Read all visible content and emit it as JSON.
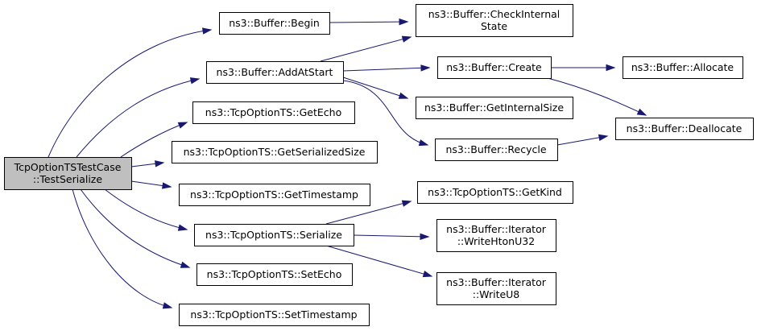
{
  "graph": {
    "root": {
      "id": "root",
      "lines": [
        "TcpOptionTSTestCase",
        "::TestSerialize"
      ]
    },
    "nodes": [
      {
        "id": "begin",
        "lines": [
          "ns3::Buffer::Begin"
        ]
      },
      {
        "id": "addAtStart",
        "lines": [
          "ns3::Buffer::AddAtStart"
        ]
      },
      {
        "id": "getEcho",
        "lines": [
          "ns3::TcpOptionTS::GetEcho"
        ]
      },
      {
        "id": "getSerializedSize",
        "lines": [
          "ns3::TcpOptionTS::GetSerializedSize"
        ]
      },
      {
        "id": "getTimestamp",
        "lines": [
          "ns3::TcpOptionTS::GetTimestamp"
        ]
      },
      {
        "id": "serialize",
        "lines": [
          "ns3::TcpOptionTS::Serialize"
        ]
      },
      {
        "id": "setEcho",
        "lines": [
          "ns3::TcpOptionTS::SetEcho"
        ]
      },
      {
        "id": "setTimestamp",
        "lines": [
          "ns3::TcpOptionTS::SetTimestamp"
        ]
      },
      {
        "id": "checkInternalState",
        "lines": [
          "ns3::Buffer::CheckInternal",
          "State"
        ]
      },
      {
        "id": "create",
        "lines": [
          "ns3::Buffer::Create"
        ]
      },
      {
        "id": "getInternalSize",
        "lines": [
          "ns3::Buffer::GetInternalSize"
        ]
      },
      {
        "id": "recycle",
        "lines": [
          "ns3::Buffer::Recycle"
        ]
      },
      {
        "id": "getKind",
        "lines": [
          "ns3::TcpOptionTS::GetKind"
        ]
      },
      {
        "id": "writeHtonU32",
        "lines": [
          "ns3::Buffer::Iterator",
          "::WriteHtonU32"
        ]
      },
      {
        "id": "writeU8",
        "lines": [
          "ns3::Buffer::Iterator",
          "::WriteU8"
        ]
      },
      {
        "id": "allocate",
        "lines": [
          "ns3::Buffer::Allocate"
        ]
      },
      {
        "id": "deallocate",
        "lines": [
          "ns3::Buffer::Deallocate"
        ]
      }
    ],
    "edges": [
      [
        "root",
        "begin"
      ],
      [
        "root",
        "addAtStart"
      ],
      [
        "root",
        "getEcho"
      ],
      [
        "root",
        "getSerializedSize"
      ],
      [
        "root",
        "getTimestamp"
      ],
      [
        "root",
        "serialize"
      ],
      [
        "root",
        "setEcho"
      ],
      [
        "root",
        "setTimestamp"
      ],
      [
        "begin",
        "checkInternalState"
      ],
      [
        "addAtStart",
        "checkInternalState"
      ],
      [
        "addAtStart",
        "create"
      ],
      [
        "addAtStart",
        "getInternalSize"
      ],
      [
        "addAtStart",
        "recycle"
      ],
      [
        "create",
        "allocate"
      ],
      [
        "create",
        "deallocate"
      ],
      [
        "recycle",
        "deallocate"
      ],
      [
        "serialize",
        "getKind"
      ],
      [
        "serialize",
        "writeHtonU32"
      ],
      [
        "serialize",
        "writeU8"
      ]
    ],
    "colors": {
      "edge": "#191970",
      "root_fill": "#bfbfbf",
      "node_fill": "#ffffff",
      "border": "#000000"
    }
  }
}
